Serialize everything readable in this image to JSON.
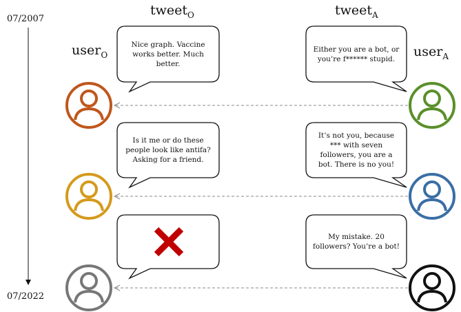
{
  "timeline": {
    "start": "07/2007",
    "end": "07/2022"
  },
  "headers": {
    "tweet_o": {
      "base": "tweet",
      "sub": "O"
    },
    "tweet_a": {
      "base": "tweet",
      "sub": "A"
    },
    "user_o": {
      "base": "user",
      "sub": "O"
    },
    "user_a": {
      "base": "user",
      "sub": "A"
    }
  },
  "rows": [
    {
      "original_tweet": "Nice graph. Vaccine works better. Much better.",
      "original_deleted": false,
      "original_color": "#c0561c",
      "reply_tweet": "Either you are a bot, or you’re f****** stupid.",
      "reply_color": "#5a8f2a"
    },
    {
      "original_tweet": "Is it me or do these people look like antifa? Asking for a friend.",
      "original_deleted": false,
      "original_color": "#d59a1c",
      "reply_tweet": "It’s not you, because *** with seven followers, you are a bot. There is no you!",
      "reply_color": "#3a6ea5"
    },
    {
      "original_tweet": "",
      "original_deleted": true,
      "original_color": "#777777",
      "reply_tweet": "My mistake. 20 followers? You’re a bot!",
      "reply_color": "#111111"
    }
  ],
  "colors": {
    "deleted_mark": "#c00000",
    "arrow": "#888888",
    "bubble_stroke": "#111111"
  }
}
